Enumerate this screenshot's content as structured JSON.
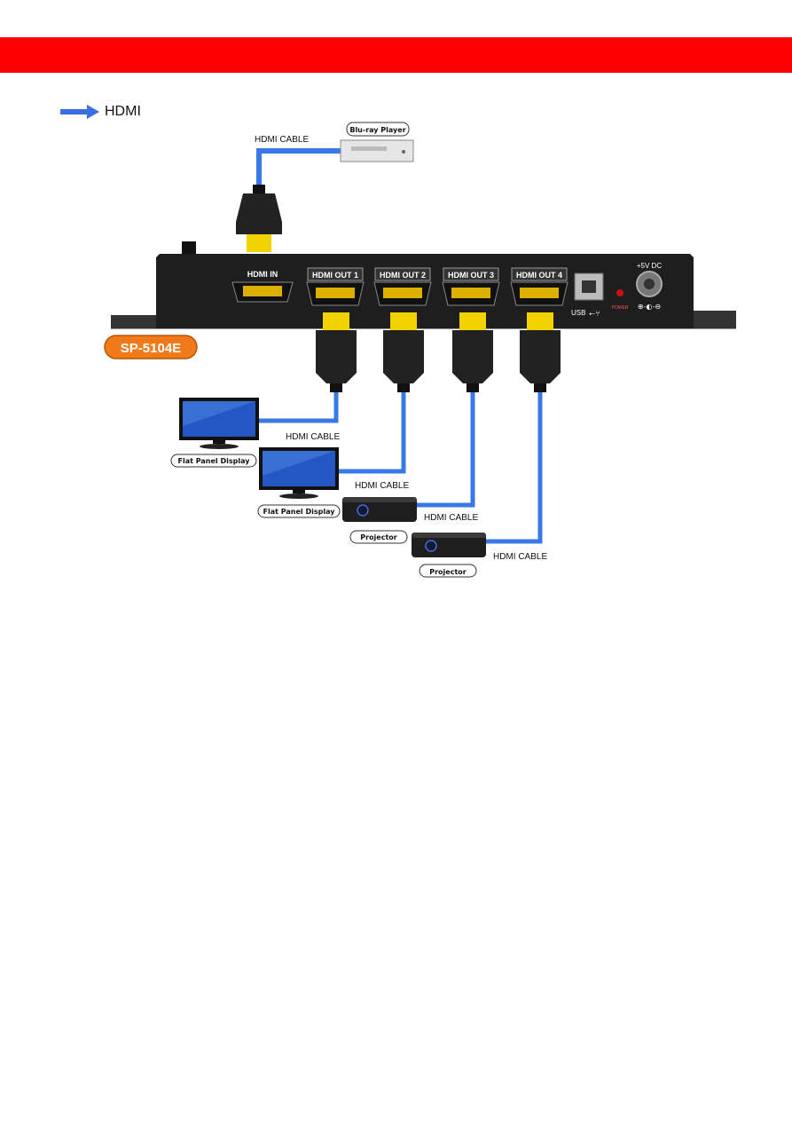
{
  "header": {
    "color": "#ff0000"
  },
  "legend": {
    "label": "HDMI",
    "arrow_color": "#3a6fe0"
  },
  "colors": {
    "cable": "#3a78e8",
    "device": "#1e1e1e",
    "connector_tip": "#f2d200",
    "badge": "#f07a1a"
  },
  "source": {
    "device_label": "Blu-ray Player",
    "cable_label": "HDMI CABLE"
  },
  "switcher": {
    "model": "SP-5104E",
    "hdmi_in": "HDMI IN",
    "outputs": [
      "HDMI OUT 1",
      "HDMI OUT 2",
      "HDMI OUT 3",
      "HDMI OUT 4"
    ],
    "usb_label": "USB",
    "power_label": "POWER",
    "dc_label": "+5V DC"
  },
  "sinks": [
    {
      "device_label": "Flat Panel Display",
      "cable_label": "HDMI CABLE"
    },
    {
      "device_label": "Flat Panel Display",
      "cable_label": "HDMI CABLE"
    },
    {
      "device_label": "Projector",
      "cable_label": "HDMI CABLE"
    },
    {
      "device_label": "Projector",
      "cable_label": "HDMI CABLE"
    }
  ]
}
